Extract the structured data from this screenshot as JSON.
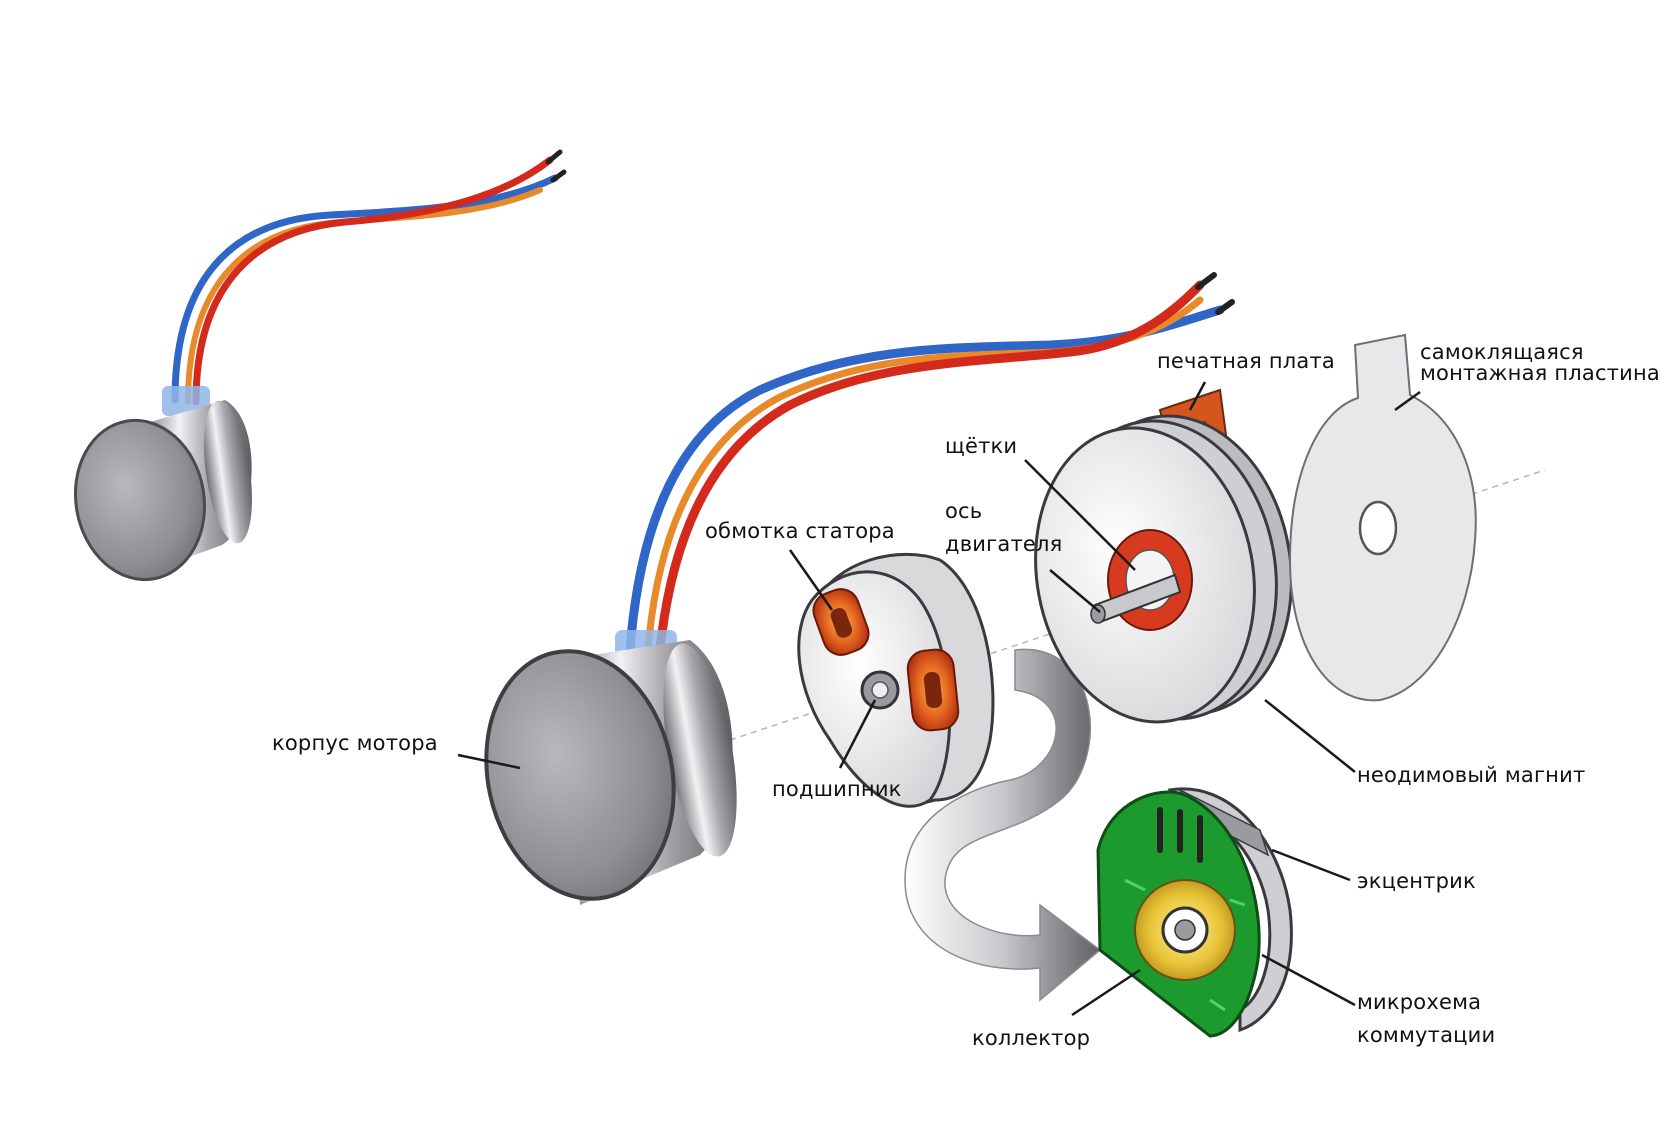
{
  "labels": {
    "motor_housing": "корпус мотора",
    "stator_winding": "обмотка статора",
    "bearing": "подшипник",
    "brushes": "щётки",
    "motor_shaft_line1": "ось",
    "motor_shaft_line2": "двигателя",
    "pcb": "печатная плата",
    "adhesive_plate_line1": "самоклящаяся",
    "adhesive_plate_line2": "монтажная пластина",
    "neodymium_magnet": "неодимовый магнит",
    "eccentric": "экцентрик",
    "commutation_chip_line1": "микрохема",
    "commutation_chip_line2": "коммутации",
    "collector": "коллектор"
  },
  "colors": {
    "wire_red": "#d42a1c",
    "wire_blue": "#2f66c8",
    "wire_orange": "#e8892a",
    "metal_light": "#dcdcde",
    "metal_dark": "#7d7d82",
    "coil_orange": "#e0601e",
    "pcb_green": "#1c9a2e",
    "gold": "#e0b62a"
  }
}
